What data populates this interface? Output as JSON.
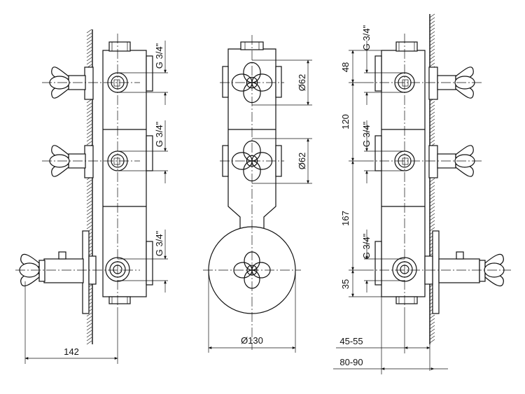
{
  "labels": {
    "thread": "G 3/4\"",
    "dia_62": "Ø62",
    "dia_130": "Ø130",
    "dim_142": "142",
    "dim_48": "48",
    "dim_120": "120",
    "dim_167": "167",
    "dim_35": "35",
    "dim_45_55": "45-55",
    "dim_80_90": "80-90"
  }
}
